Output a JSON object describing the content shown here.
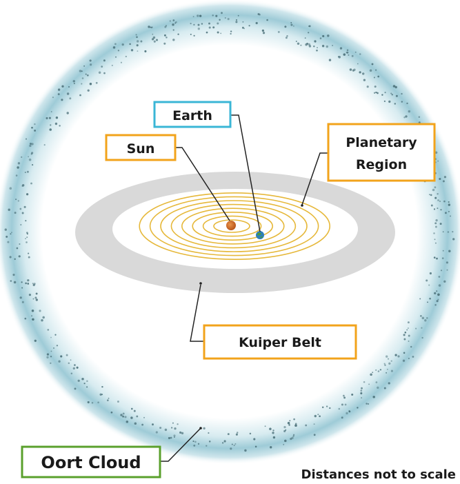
{
  "labels": {
    "earth": "Earth",
    "sun": "Sun",
    "planetary_region_line1": "Planetary",
    "planetary_region_line2": "Region",
    "kuiper_belt": "Kuiper Belt",
    "oort_cloud": "Oort Cloud"
  },
  "note": "Distances not to scale",
  "colors": {
    "orange_border": "#f2a31b",
    "earth_border": "#3ab6d6",
    "oort_border": "#5aa02c",
    "orbit": "#e6b83a",
    "kuiper": "#d9d9d9",
    "oort_cloud": "#a8d2dd",
    "sun": "#c8641a",
    "earth_planet": "#2e7fb8"
  },
  "orbit_count": 8
}
